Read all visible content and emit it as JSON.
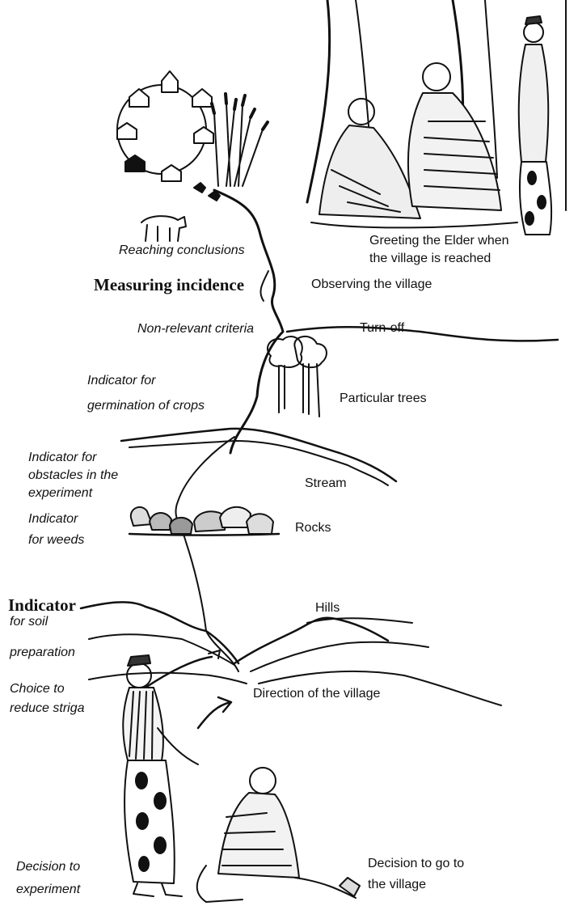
{
  "right_labels": {
    "greeting_1": "Greeting the Elder when",
    "greeting_2": "the village is reached",
    "observing": "Observing the village",
    "turn_off": "Turn-off",
    "trees": "Particular trees",
    "stream": "Stream",
    "rocks": "Rocks",
    "hills": "Hills",
    "direction": "Direction of the village",
    "decision_go_1": "Decision to go to",
    "decision_go_2": "the village"
  },
  "left_labels": {
    "conclusions": "Reaching conclusions",
    "measuring": "Measuring incidence",
    "non_relevant": "Non-relevant criteria",
    "germination_1": "Indicator for",
    "germination_2": "germination of crops",
    "obstacles_1": "Indicator for",
    "obstacles_2": "obstacles in the",
    "obstacles_3": "experiment",
    "weeds_1": "Indicator",
    "weeds_2": "for weeds",
    "soil_head": "Indicator",
    "soil_1": "for soil",
    "soil_2": "preparation",
    "choice_1": "Choice to",
    "choice_2": "reduce striga",
    "decision_exp_1": "Decision to",
    "decision_exp_2": "experiment"
  },
  "illustrations": [
    "village-elder-scene",
    "harvest-wreath",
    "animals",
    "trees",
    "stream",
    "rocks",
    "hills",
    "woman-pointing",
    "seated-man"
  ]
}
